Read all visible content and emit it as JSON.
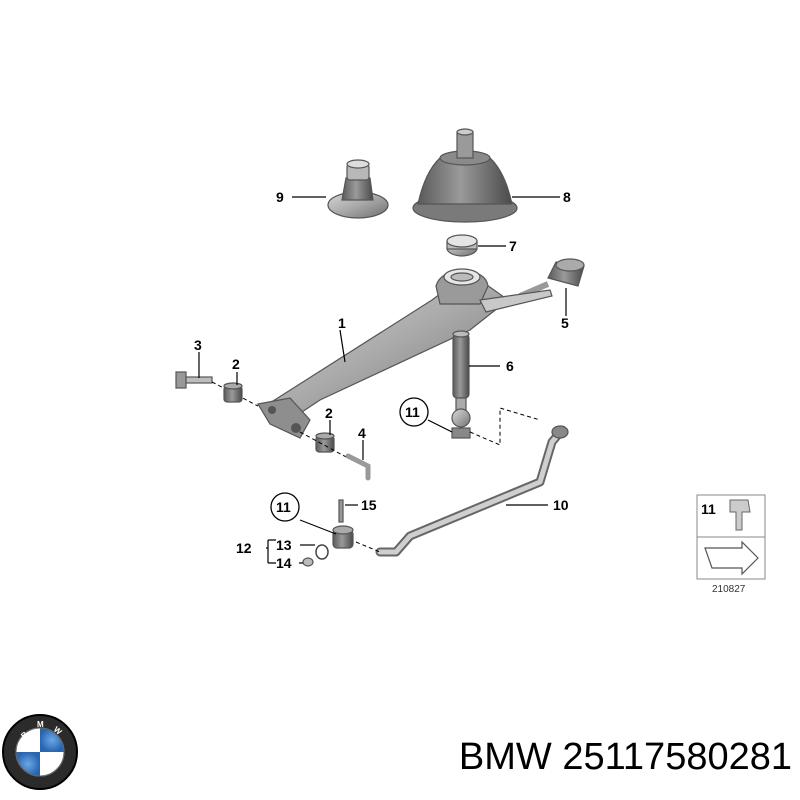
{
  "callouts": {
    "c1": "1",
    "c2a": "2",
    "c2b": "2",
    "c3": "3",
    "c4": "4",
    "c5": "5",
    "c6": "6",
    "c7": "7",
    "c8": "8",
    "c9": "9",
    "c10": "10",
    "c11a": "11",
    "c11b": "11",
    "c12": "12",
    "c13": "13",
    "c14": "14",
    "c15": "15"
  },
  "inset": {
    "label": "11",
    "code": "210827"
  },
  "brand": {
    "logo_letters": "BMW",
    "colors": {
      "blue": "#3a7cc4",
      "ring": "#000000"
    }
  },
  "caption": {
    "text": "BMW 25117580281"
  }
}
